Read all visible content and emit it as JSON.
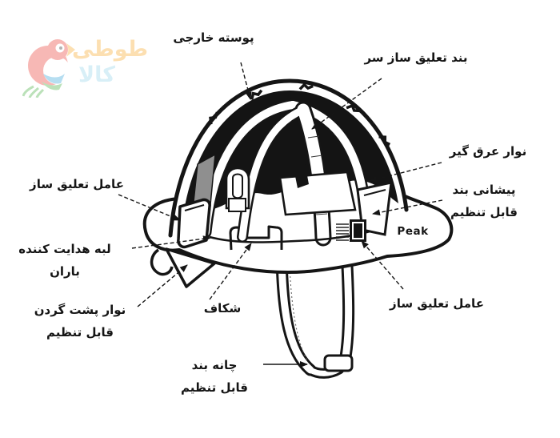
{
  "page": {
    "background": "#ffffff",
    "ink_color": "#151515"
  },
  "logo": {
    "name": "طوطی کالا",
    "line1": "طوطی",
    "line2": "کالا",
    "line1_color": "#f7a41d",
    "line2_color": "#8ed1ea",
    "parrot_body_color": "#e8332a",
    "parrot_beak_color": "#f7a41d",
    "parrot_wing_color": "#2b9fd8",
    "parrot_tail_color": "#3aaa35"
  },
  "diagram": {
    "peak_label": "Peak",
    "labels": {
      "outer_shell": "پوسته خارجی",
      "head_suspension_band": "بند تعلیق ساز سر",
      "sweat_band": "نوار عرق گیر",
      "forehead_band_line1": "پیشانی بند",
      "forehead_band_line2": "قابل تنظیم",
      "suspension_left": "عامل تعلیق ساز",
      "rain_edge_line1": "لبه هدایت کننده",
      "rain_edge_line2": "باران",
      "neck_strap_line1": "نوار پشت گردن",
      "neck_strap_line2": "قابل تنظیم",
      "slot": "شکاف",
      "suspension_right": "عامل تعلیق ساز",
      "chin_strap_line1": "چانه بند",
      "chin_strap_line2": "قابل تنظیم"
    }
  }
}
